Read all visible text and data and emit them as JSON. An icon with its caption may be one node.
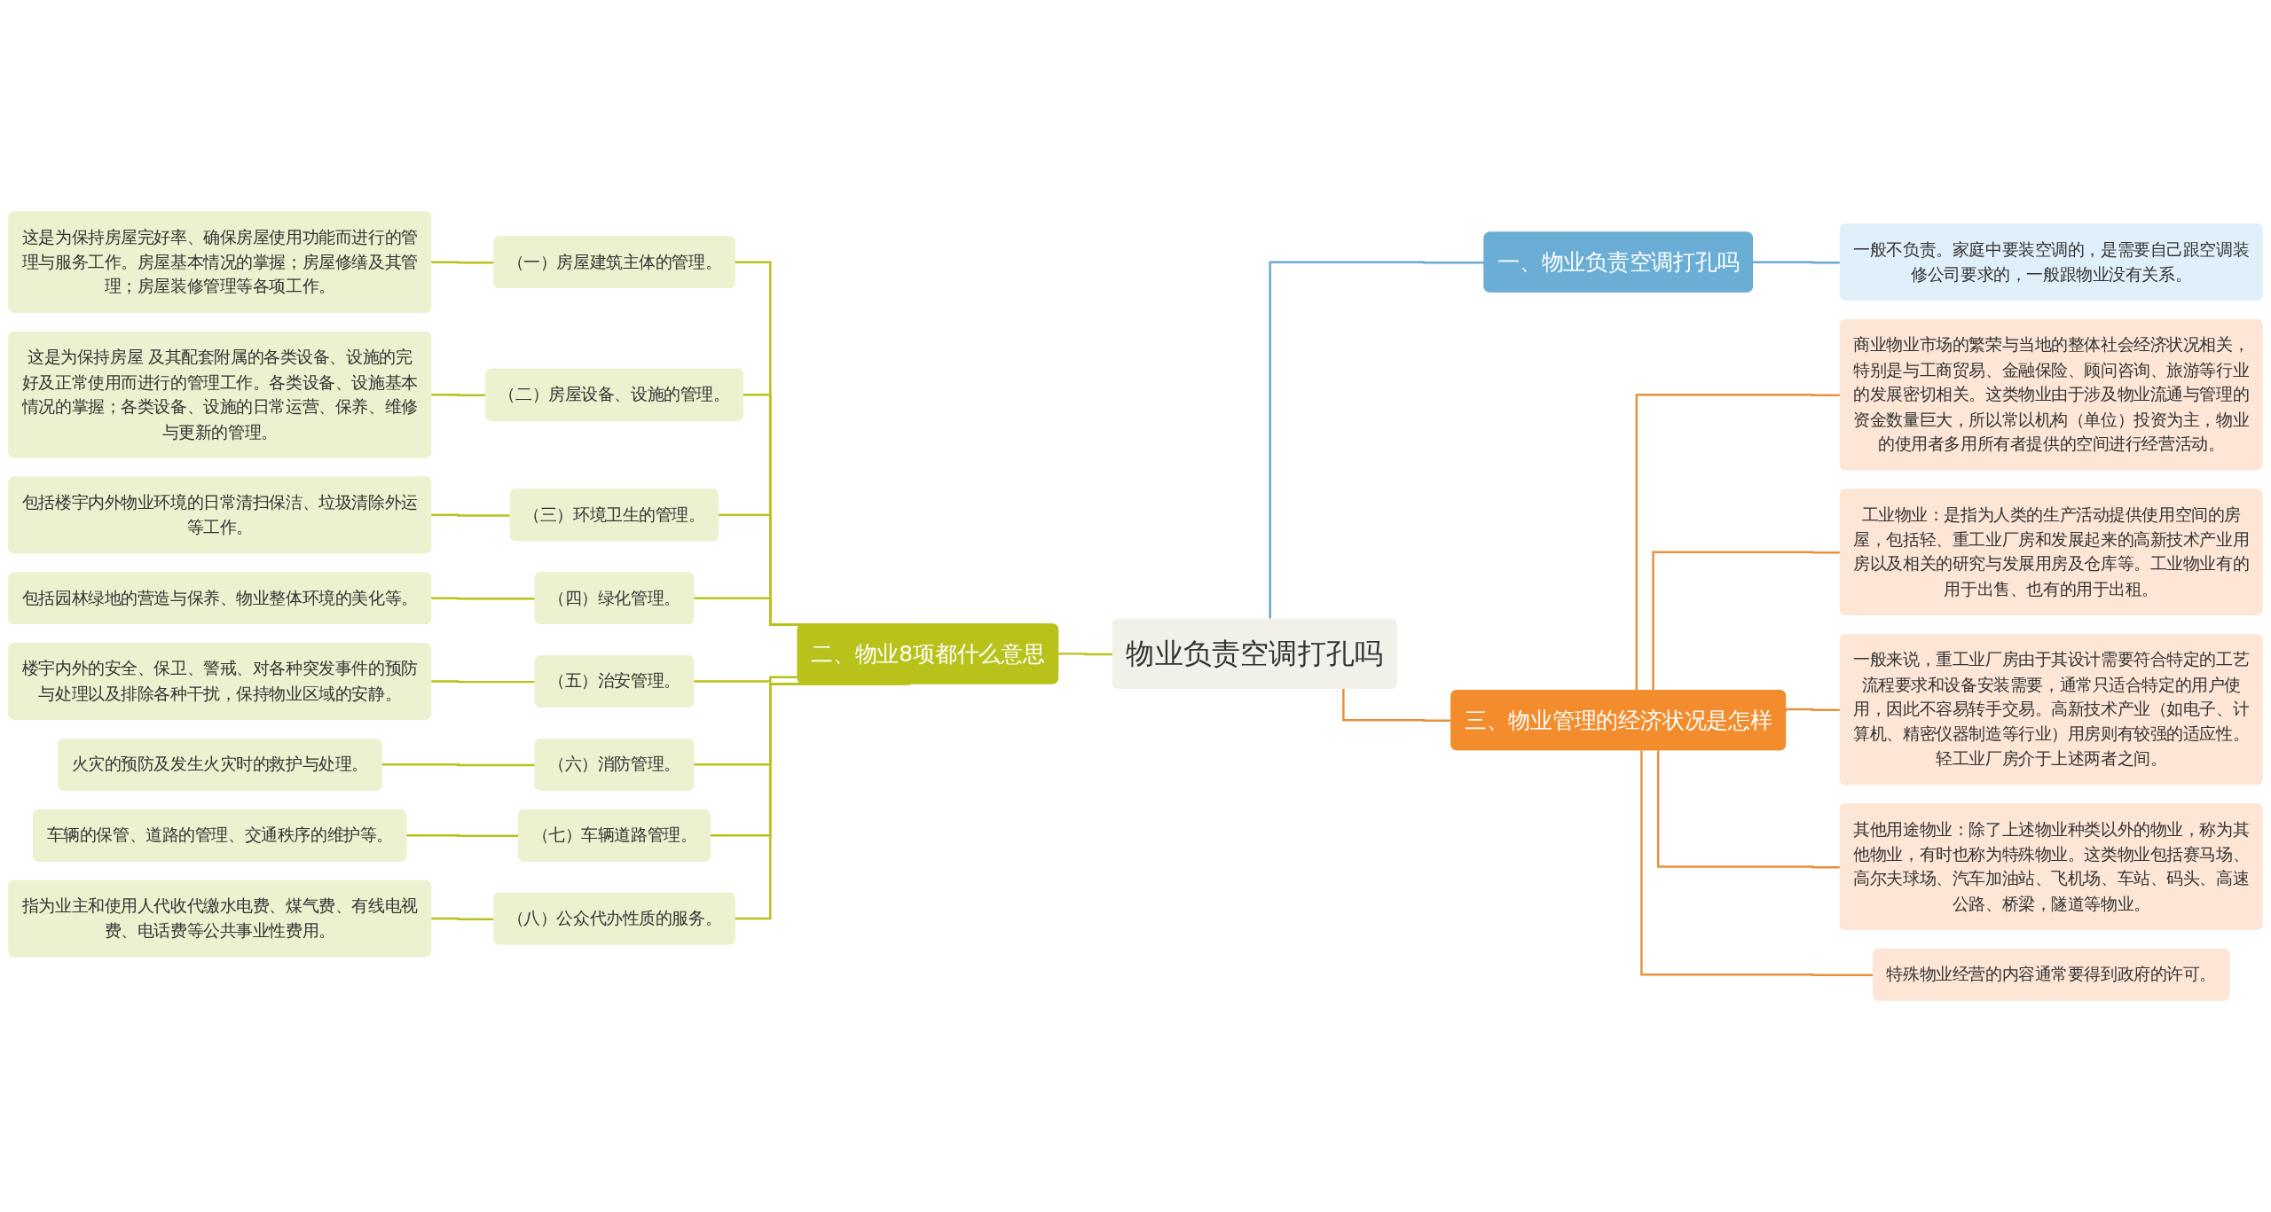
{
  "diagram": {
    "nodes": [
      {
        "text": [
          "物业负责空调打孔吗"
        ]
      },
      {
        "text": [
          "一、物业负责空调打孔吗"
        ]
      },
      {
        "text": [
          "一般不负责。家庭中要装空调的，是需要自己跟空调装修公司要求的，一般跟物业没有关系。"
        ]
      },
      {
        "text": [
          "二、物业8项都什么意思"
        ]
      },
      {
        "text": [
          "（一）房屋建筑主体的管理。"
        ]
      },
      {
        "text": [
          "这是为保持房屋完好率、确保房屋使用功能而进行的管理与服务工作。房屋基本情况的掌握；房屋修缮及其管理；房屋装修管理等各项工作。"
        ]
      },
      {
        "text": [
          "（二）房屋设备、设施的管理。"
        ]
      },
      {
        "text": [
          "这是为保持房屋 及其配套附属的各类设备、设施的完好及正常使用而进行的管理工作。各类设备、设施基本情况的掌握；各类设备、设施的日常运营、保养、维修与更新的管理。"
        ]
      },
      {
        "text": [
          "（三）环境卫生的管理。"
        ]
      },
      {
        "text": [
          "包括楼宇内外物业环境的日常清扫保洁、垃圾清除外运等工作。"
        ]
      },
      {
        "text": [
          "（四）绿化管理。"
        ]
      },
      {
        "text": [
          "包括园林绿地的营造与保养、物业整体环境的美化等。"
        ]
      },
      {
        "text": [
          "（五）治安管理。"
        ]
      },
      {
        "text": [
          "楼宇内外的安全、保卫、警戒、对各种突发事件的预防与处理以及排除各种干扰，保持物业区域的安静。"
        ]
      },
      {
        "text": [
          "（六）消防管理。"
        ]
      },
      {
        "text": [
          "火灾的预防及发生火灾时的救护与处理。"
        ]
      },
      {
        "text": [
          "（七）车辆道路管理。"
        ]
      },
      {
        "text": [
          "车辆的保管、道路的管理、交通秩序的维护等。"
        ]
      },
      {
        "text": [
          "（八）公众代办性质的服务。"
        ]
      },
      {
        "text": [
          "指为业主和使用人代收代缴水电费、煤气费、有线电视费、电话费等公共事业性费用。"
        ]
      },
      {
        "text": [
          "三、物业管理的经济状况是怎样"
        ]
      },
      {
        "text": [
          "商业物业市场的繁荣与当地的整体社会经济状况相关，特别是与工商贸易、金融保险、顾问咨询、旅游等行业的发展密切相关。这类物业由于涉及物业流通与管理的资金数量巨大，所以常以机构（单位）投资为主，物业的使用者多用所有者提供的空间进行经营活动。"
        ]
      },
      {
        "text": [
          "工业物业：是指为人类的生产活动提供使用空间的房屋，包括轻、重工业厂房和发展起来的高新技术产业用房以及相关的研究与发展用房及仓库等。工业物业有的用于出售、也有的用于出租。"
        ]
      },
      {
        "text": [
          "一般来说，重工业厂房由于其设计需要符合特定的工艺流程要求和设备安装需要，通常只适合特定的用户使用，因此不容易转手交易。高新技术产业（如电子、计算机、精密仪器制造等行业）用房则有较强的适应性。轻工业厂房介于上述两者之间。"
        ]
      },
      {
        "text": [
          "其他用途物业：除了上述物业种类以外的物业，称为其他物业，有时也称为特殊物业。这类物业包括赛马场、高尔夫球场、汽车加油站、飞机场、车站、码头、高速公路、桥梁，隧道等物业。"
        ]
      },
      {
        "text": [
          "特殊物业经营的内容通常要得到政府的许可。"
        ]
      }
    ],
    "edges": [
      {
        "from": 0,
        "to": 1,
        "arrow": "none",
        "color": "#6aa8d0"
      },
      {
        "from": 1,
        "to": 2,
        "arrow": "none",
        "color": "#6aa8d0"
      },
      {
        "from": 0,
        "to": 3,
        "arrow": "none"
      },
      {
        "from": 3,
        "to": 4,
        "arrow": "none"
      },
      {
        "from": 4,
        "to": 5,
        "arrow": "none"
      },
      {
        "from": 3,
        "to": 6,
        "arrow": "none"
      },
      {
        "from": 6,
        "to": 7,
        "arrow": "none"
      },
      {
        "from": 3,
        "to": 8,
        "arrow": "none"
      },
      {
        "from": 8,
        "to": 9,
        "arrow": "none"
      },
      {
        "from": 3,
        "to": 10,
        "arrow": "none"
      },
      {
        "from": 10,
        "to": 11,
        "arrow": "none"
      },
      {
        "from": 3,
        "to": 12,
        "arrow": "none"
      },
      {
        "from": 12,
        "to": 13,
        "arrow": "none"
      },
      {
        "from": 3,
        "to": 14,
        "arrow": "none"
      },
      {
        "from": 14,
        "to": 15,
        "arrow": "none"
      },
      {
        "from": 3,
        "to": 16,
        "arrow": "none"
      },
      {
        "from": 16,
        "to": 17,
        "arrow": "none"
      },
      {
        "from": 3,
        "to": 18,
        "arrow": "none"
      },
      {
        "from": 18,
        "to": 19,
        "arrow": "none"
      },
      {
        "from": 0,
        "to": 20,
        "arrow": "none",
        "color": "#e8913a"
      },
      {
        "from": 20,
        "to": 21,
        "arrow": "none",
        "color": "#e8913a"
      },
      {
        "from": 20,
        "to": 22,
        "arrow": "none",
        "color": "#e8913a"
      },
      {
        "from": 20,
        "to": 23,
        "arrow": "none",
        "color": "#e8913a"
      },
      {
        "from": 20,
        "to": 24,
        "arrow": "none",
        "color": "#e8913a"
      },
      {
        "from": 20,
        "to": 25,
        "arrow": "none",
        "color": "#e8913a"
      }
    ]
  }
}
